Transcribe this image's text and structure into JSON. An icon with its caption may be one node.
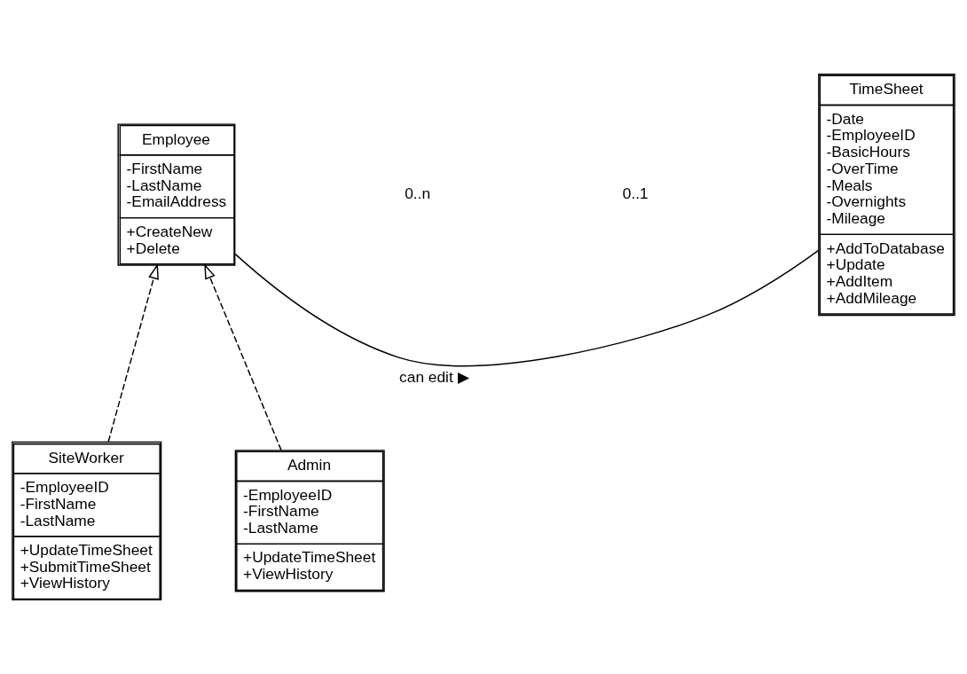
{
  "diagram": {
    "nodes": [
      {
        "text": [
          "TimeSheet",
          "-Date -EmployeeID -BasicHours -OverTime -Meals -Overnights -Mileage",
          "+AddToDatabase +Update +AddItem +AddMileage"
        ]
      },
      {
        "text": [
          "Employee",
          "-FirstName -LastName -EmailAddress",
          "+CreateNew +Delete"
        ]
      },
      {
        "text": [
          "SiteWorker",
          "-EmployeeID -FirstName -LastName",
          "+UpdateTimeSheet +SubmitTimeSheet +ViewHistory"
        ]
      },
      {
        "text": [
          "Admin",
          "-EmployeeID -FirstName -LastName",
          "+UpdateTimeSheet +ViewHistory"
        ]
      }
    ],
    "edges": [
      {
        "from": 1,
        "to": 0,
        "arrow": "none",
        "label": "can edit ▶"
      },
      {
        "from": 2,
        "to": 1,
        "arrow": "to",
        "style": "dashed"
      },
      {
        "from": 3,
        "to": 1,
        "arrow": "to",
        "style": "dashed"
      }
    ],
    "labels": [
      "0..n",
      "0..1"
    ]
  }
}
